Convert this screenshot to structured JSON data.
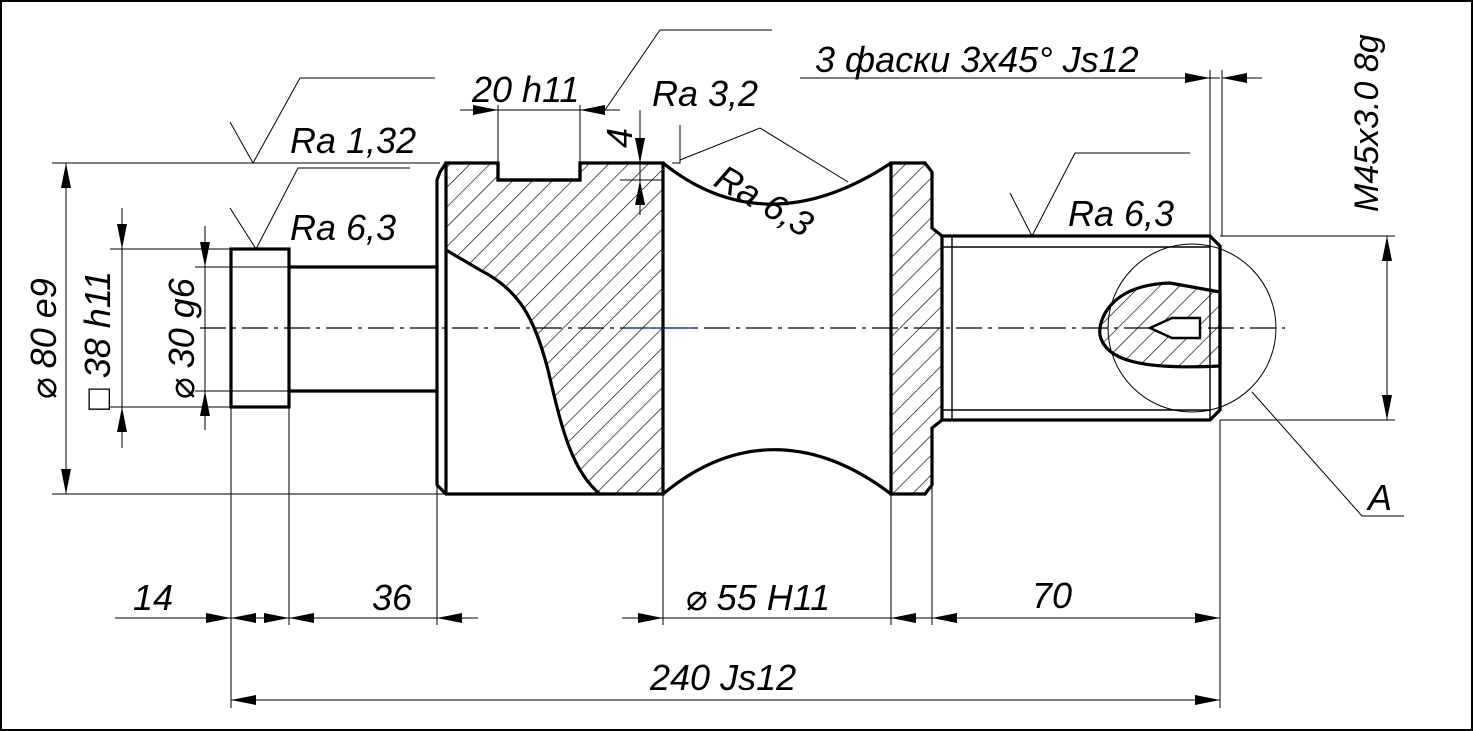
{
  "labels": {
    "ra_132": "Ra 1,32",
    "ra_63_left": "Ra 6,3",
    "ra_32": "Ra 3,2",
    "ra_63_groove": "Ra 6,3",
    "ra_63_right": "Ra 6,3",
    "slot_width": "20 h11",
    "slot_depth": "4",
    "chamfer_note": "3 фаски 3х45°  Js12",
    "thread": "M45x3.0 8g",
    "dia_80": "⌀ 80 e9",
    "square_38": "□ 38 h11",
    "dia_30": "⌀ 30 g6",
    "dim_14": "14",
    "dim_36": "36",
    "dia_55": "⌀ 55 H11",
    "dim_70": "70",
    "dim_240": "240 Js12",
    "view_a": "A"
  }
}
